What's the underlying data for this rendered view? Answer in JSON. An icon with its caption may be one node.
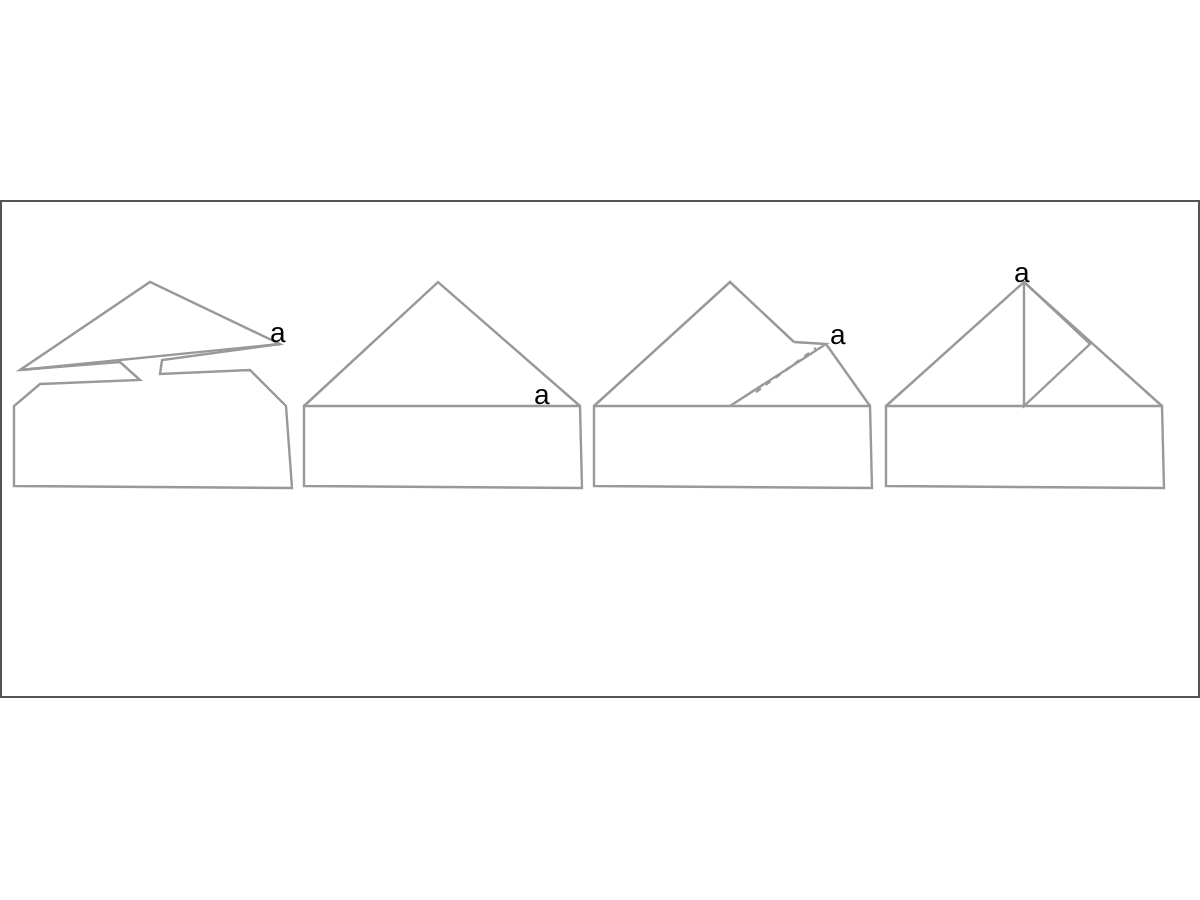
{
  "diagram": {
    "labels": [
      "a",
      "a",
      "a",
      "a"
    ]
  }
}
